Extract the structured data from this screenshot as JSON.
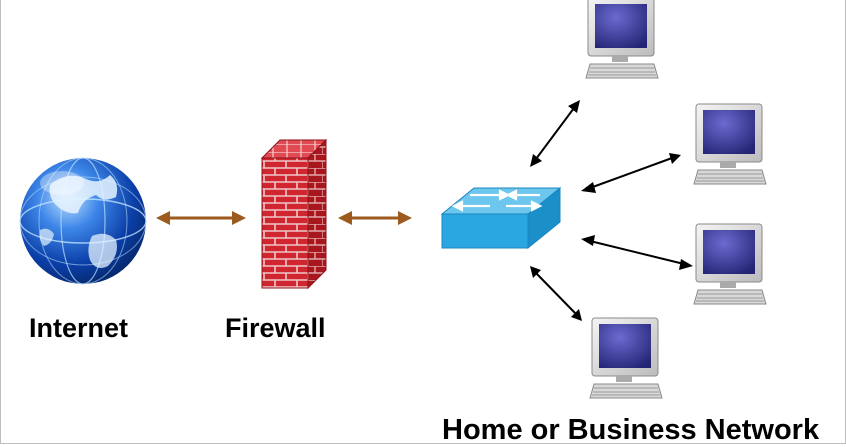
{
  "labels": {
    "internet": "Internet",
    "firewall": "Firewall",
    "network": "Home or Business Network"
  },
  "colors": {
    "globe_blue": "#1a56c8",
    "firewall_red": "#c8202a",
    "switch_cyan": "#2aa7e0",
    "monitor_screen": "#3a3a9a",
    "arrow_brown": "#9c5a1e",
    "arrow_black": "#000000"
  },
  "nodes": {
    "internet": {
      "icon": "globe-icon"
    },
    "firewall": {
      "icon": "brick-wall-icon"
    },
    "switch": {
      "icon": "network-switch-icon"
    },
    "computers": [
      {
        "icon": "desktop-computer-icon"
      },
      {
        "icon": "desktop-computer-icon"
      },
      {
        "icon": "desktop-computer-icon"
      },
      {
        "icon": "desktop-computer-icon"
      }
    ]
  }
}
